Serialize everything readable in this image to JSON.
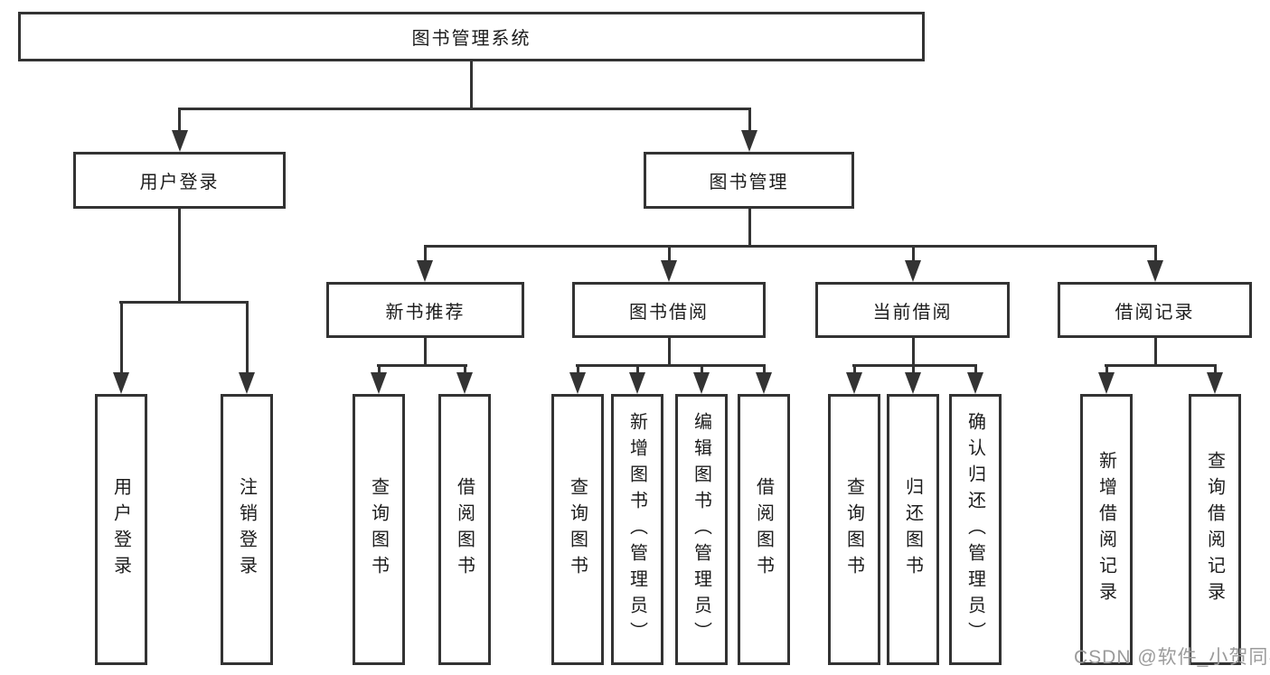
{
  "colors": {
    "line": "#333333",
    "text": "#1c1c1c",
    "box_bg": "#ffffff",
    "watermark": "#9b9b9b"
  },
  "tree": {
    "root": {
      "label": "图书管理系统"
    },
    "branches": [
      {
        "label": "用户登录",
        "children": [
          {
            "label": "用户登录"
          },
          {
            "label": "注销登录"
          }
        ]
      },
      {
        "label": "图书管理",
        "children": [
          {
            "label": "新书推荐",
            "children": [
              {
                "label": "查询图书"
              },
              {
                "label": "借阅图书"
              }
            ]
          },
          {
            "label": "图书借阅",
            "children": [
              {
                "label": "查询图书"
              },
              {
                "label": "新增图书（管理员）"
              },
              {
                "label": "编辑图书（管理员）"
              },
              {
                "label": "借阅图书"
              }
            ]
          },
          {
            "label": "当前借阅",
            "children": [
              {
                "label": "查询图书"
              },
              {
                "label": "归还图书"
              },
              {
                "label": "确认归还（管理员）"
              }
            ]
          },
          {
            "label": "借阅记录",
            "children": [
              {
                "label": "新增借阅记录"
              },
              {
                "label": "查询借阅记录"
              }
            ]
          }
        ]
      }
    ]
  },
  "watermark": {
    "text": "CSDN @软件_小贺同学"
  }
}
